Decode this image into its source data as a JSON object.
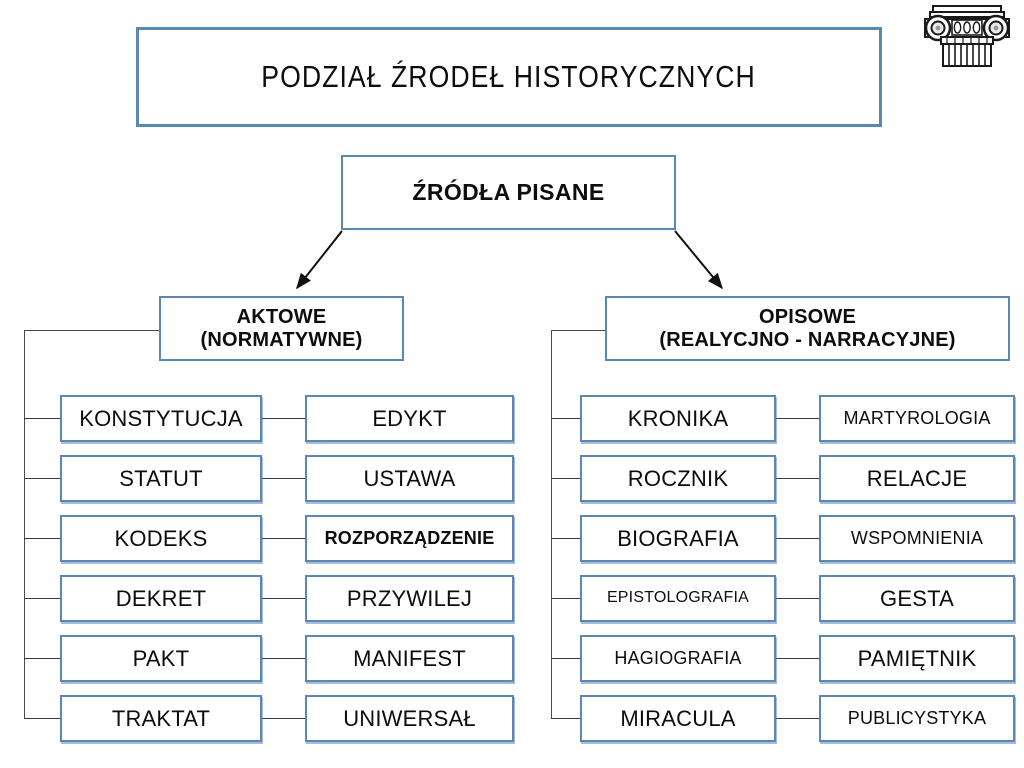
{
  "page": {
    "title": "PODZIAŁ  ŹRODEŁ HISTORYCZNYCH",
    "background_color": "#ffffff",
    "box_border_color": "#5b87b4",
    "line_color": "#3a3a3a",
    "text_color": "#0d0d0d"
  },
  "logo": {
    "name": "ionic-column-capital-logo",
    "alt": "Ionic column capital"
  },
  "root": {
    "label": "ŹRÓDŁA PISANE"
  },
  "branches": [
    {
      "id": "aktowe",
      "label_line1": "AKTOWE",
      "label_line2": "(NORMATYWNE)",
      "columns": [
        {
          "id": "aktowe-col-1",
          "items": [
            {
              "label": "KONSTYTUCJA",
              "size": "normal",
              "weight": "normal"
            },
            {
              "label": "STATUT",
              "size": "normal",
              "weight": "normal"
            },
            {
              "label": "KODEKS",
              "size": "normal",
              "weight": "normal"
            },
            {
              "label": "DEKRET",
              "size": "normal",
              "weight": "normal"
            },
            {
              "label": "PAKT",
              "size": "normal",
              "weight": "normal"
            },
            {
              "label": "TRAKTAT",
              "size": "normal",
              "weight": "normal"
            }
          ]
        },
        {
          "id": "aktowe-col-2",
          "items": [
            {
              "label": "EDYKT",
              "size": "normal",
              "weight": "normal"
            },
            {
              "label": "USTAWA",
              "size": "normal",
              "weight": "normal"
            },
            {
              "label": "ROZPORZĄDZENIE",
              "size": "small",
              "weight": "bold"
            },
            {
              "label": "PRZYWILEJ",
              "size": "normal",
              "weight": "normal"
            },
            {
              "label": "MANIFEST",
              "size": "normal",
              "weight": "normal"
            },
            {
              "label": "UNIWERSAŁ",
              "size": "normal",
              "weight": "normal"
            }
          ]
        }
      ]
    },
    {
      "id": "opisowe",
      "label_line1": "OPISOWE",
      "label_line2": "(REALYCJNO - NARRACYJNE)",
      "columns": [
        {
          "id": "opisowe-col-1",
          "items": [
            {
              "label": "KRONIKA",
              "size": "normal",
              "weight": "normal"
            },
            {
              "label": "ROCZNIK",
              "size": "normal",
              "weight": "normal"
            },
            {
              "label": "BIOGRAFIA",
              "size": "normal",
              "weight": "normal"
            },
            {
              "label": "EPISTOLOGRAFIA",
              "size": "xsmall",
              "weight": "normal"
            },
            {
              "label": "HAGIOGRAFIA",
              "size": "small",
              "weight": "normal"
            },
            {
              "label": "MIRACULA",
              "size": "normal",
              "weight": "normal"
            }
          ]
        },
        {
          "id": "opisowe-col-2",
          "items": [
            {
              "label": "MARTYROLOGIA",
              "size": "small",
              "weight": "normal"
            },
            {
              "label": "RELACJE",
              "size": "normal",
              "weight": "normal"
            },
            {
              "label": "WSPOMNIENIA",
              "size": "small",
              "weight": "normal"
            },
            {
              "label": "GESTA",
              "size": "normal",
              "weight": "normal"
            },
            {
              "label": "PAMIĘTNIK",
              "size": "normal",
              "weight": "normal"
            },
            {
              "label": "PUBLICYSTYKA",
              "size": "small",
              "weight": "normal"
            }
          ]
        }
      ]
    }
  ]
}
